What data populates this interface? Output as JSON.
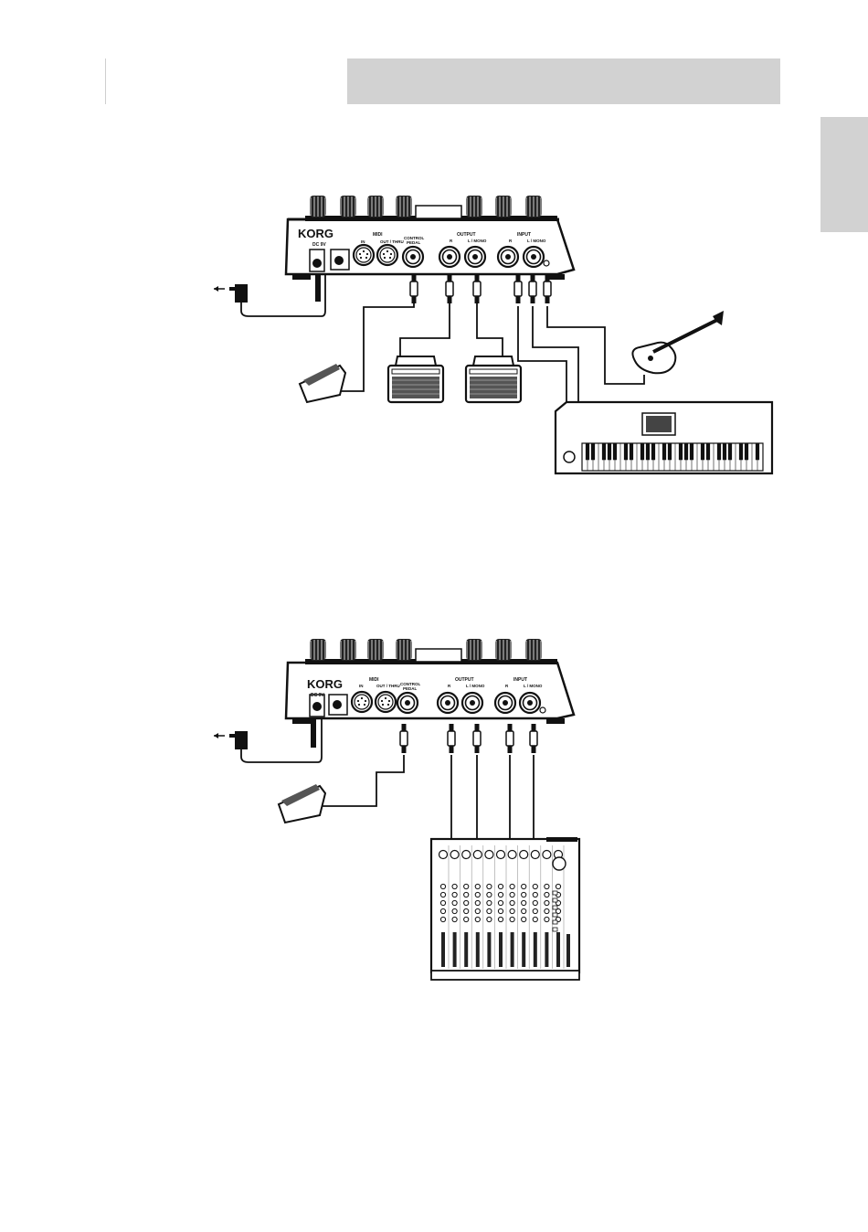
{
  "brand": "KORG",
  "jack_labels": {
    "dc": "DC 9V",
    "midi": "MIDI",
    "midi_in": "IN",
    "midi_out": "OUT / THRU",
    "control_pedal": [
      "CONTROL",
      "PEDAL"
    ],
    "output": "OUTPUT",
    "input": "INPUT",
    "right": "R",
    "left_mono": "L / MONO"
  },
  "colors": {
    "line": "#111111",
    "header_band": "#d2d2d2",
    "background": "#ffffff"
  },
  "diagrams": [
    {
      "id": "setup-instruments",
      "devices": [
        "ac-adapter",
        "expression-pedal",
        "guitar-amplifier",
        "guitar-amplifier",
        "electric-guitar",
        "keyboard-synthesizer"
      ]
    },
    {
      "id": "setup-mixer",
      "devices": [
        "ac-adapter",
        "expression-pedal",
        "mixer"
      ]
    }
  ]
}
